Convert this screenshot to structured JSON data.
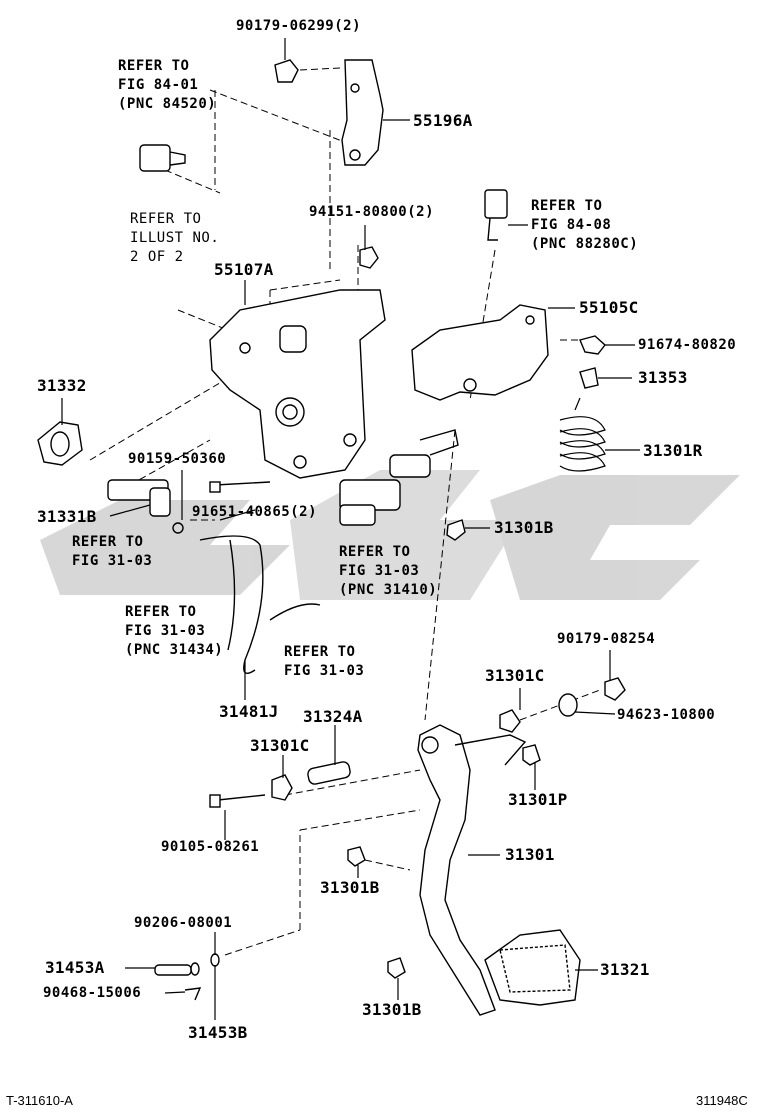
{
  "diagram": {
    "labels": [
      "90179-06299(2)",
      "REFER TO",
      "FIG 84-01",
      "(PNC 84520)",
      "55196A",
      "REFER TO",
      "ILLUST NO.",
      "2 OF 2",
      "94151-80800(2)",
      "REFER TO",
      "FIG 84-08",
      "(PNC 88280C)",
      "55107A",
      "55105C",
      "91674-80820",
      "31332",
      "31353",
      "31301R",
      "90159-50360",
      "31331B",
      "91651-40865(2)",
      "31301B",
      "REFER TO",
      "FIG 31-03",
      "REFER TO",
      "FIG 31-03",
      "(PNC 31410)",
      "REFER TO",
      "FIG 31-03",
      "(PNC 31434)",
      "REFER TO",
      "FIG 31-03",
      "90179-08254",
      "31301C",
      "94623-10800",
      "31481J",
      "31324A",
      "31301C",
      "31301P",
      "90105-08261",
      "31301",
      "31301B",
      "90206-08001",
      "31453A",
      "31321",
      "90468-15006",
      "31301B",
      "31453B"
    ],
    "footer_left": "T-311610-A",
    "footer_right": "311948C"
  }
}
